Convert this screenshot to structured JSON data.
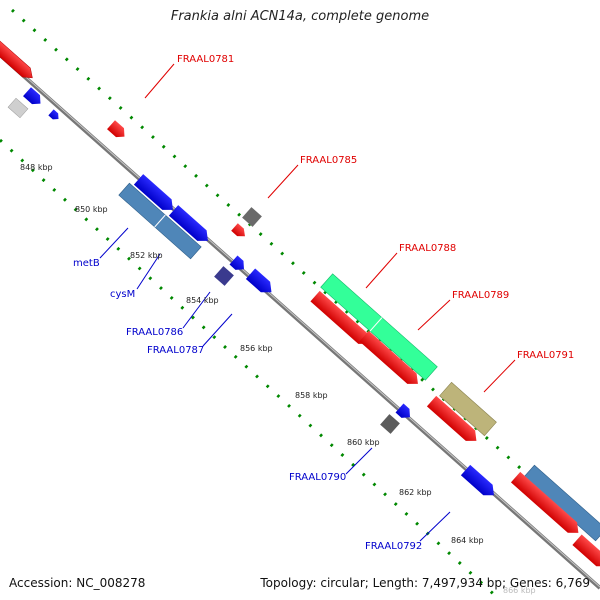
{
  "title": "Frankia alni ACN14a, complete genome",
  "accession": "Accession: NC_008278",
  "topology": "Topology: circular; Length: 7,497,934 bp; Genes: 6,769",
  "ticks": [
    "848 kbp",
    "850 kbp",
    "852 kbp",
    "854 kbp",
    "856 kbp",
    "858 kbp",
    "860 kbp",
    "862 kbp",
    "864 kbp",
    "866 kbp"
  ],
  "labels": [
    {
      "id": "FRAAL0781",
      "text": "FRAAL0781",
      "color": "#e00000"
    },
    {
      "id": "FRAAL0785",
      "text": "FRAAL0785",
      "color": "#e00000"
    },
    {
      "id": "FRAAL0788",
      "text": "FRAAL0788",
      "color": "#e00000"
    },
    {
      "id": "FRAAL0789",
      "text": "FRAAL0789",
      "color": "#e00000"
    },
    {
      "id": "FRAAL0791",
      "text": "FRAAL0791",
      "color": "#e00000"
    },
    {
      "id": "metB",
      "text": "metB",
      "color": "#0000cc"
    },
    {
      "id": "cysM",
      "text": "cysM",
      "color": "#0000cc"
    },
    {
      "id": "FRAAL0786",
      "text": "FRAAL0786",
      "color": "#0000cc"
    },
    {
      "id": "FRAAL0787",
      "text": "FRAAL0787",
      "color": "#0000cc"
    },
    {
      "id": "FRAAL0790",
      "text": "FRAAL0790",
      "color": "#0000cc"
    },
    {
      "id": "FRAAL0792",
      "text": "FRAAL0792",
      "color": "#0000cc"
    }
  ],
  "colors": {
    "forward_cds": "#ff0000",
    "reverse_cds": "#0000ee",
    "steelblue_feature": "#4682b4",
    "green_feature": "#33ff99",
    "khaki_feature": "#b8b074",
    "gray_feature": "#666666",
    "backbone": "#888888",
    "dotted_track": "#008800"
  }
}
